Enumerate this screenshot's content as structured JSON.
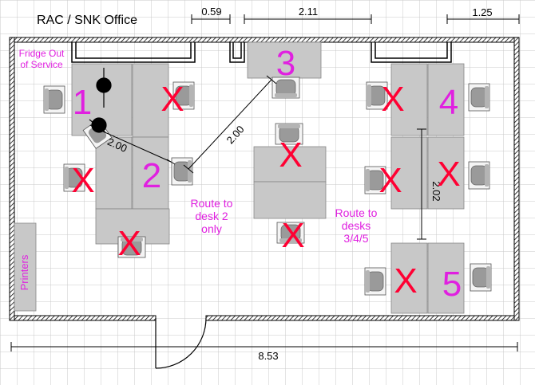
{
  "title": "RAC / SNK Office",
  "fridge_note": "Fridge Out\nof Service",
  "printers_label": "Printers",
  "route_desk2_note": "Route to\ndesk 2\nonly",
  "route_desks345_note": "Route to\ndesks\n3/4/5",
  "dimensions": {
    "top_small": "0.59",
    "top_mid": "2.11",
    "top_right": "1.25",
    "total_width": "8.53",
    "route_a": "2.00",
    "route_b": "2.00",
    "vertical_right": "2.02"
  },
  "desk_numbers": [
    "1",
    "2",
    "3",
    "4",
    "5"
  ],
  "unavailable_mark": "X",
  "colors": {
    "grid": "#c9c9c9",
    "wall": "#000000",
    "desk": "#c8c8c8",
    "annotation": "#e020e0",
    "unavailable": "#ff0033"
  }
}
